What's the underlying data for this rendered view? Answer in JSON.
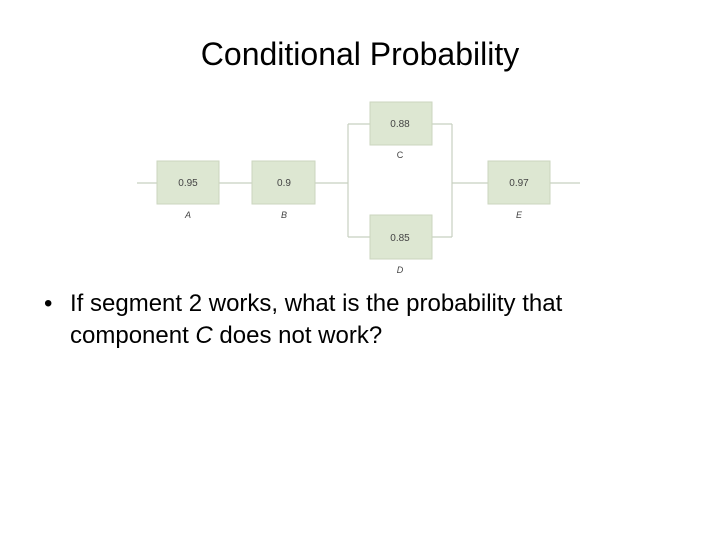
{
  "title": "Conditional Probability",
  "diagram": {
    "components": [
      {
        "id": "A",
        "value": "0.95",
        "label": "A"
      },
      {
        "id": "B",
        "value": "0.9",
        "label": "B"
      },
      {
        "id": "C",
        "value": "0.88",
        "label": "C"
      },
      {
        "id": "D",
        "value": "0.85",
        "label": "D"
      },
      {
        "id": "E",
        "value": "0.97",
        "label": "E"
      }
    ]
  },
  "question": {
    "bullet": "•",
    "part1": "If segment 2 works, what is the probability that component ",
    "component": "C",
    "part2": " does not work?"
  }
}
